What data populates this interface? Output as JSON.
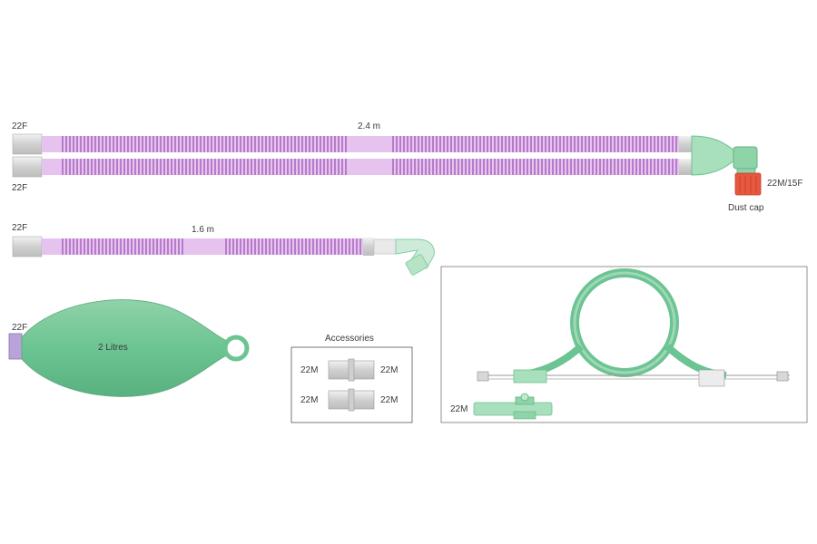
{
  "colors": {
    "tube_purple": "#d7a6e3",
    "tube_rib": "#b978cc",
    "tube_stripe": "#e9c9f0",
    "connector_grey": "#d9d9d9",
    "green": "#6cc492",
    "green_light": "#a8dfbd",
    "dust_cap": "#e8573f"
  },
  "circuit_dual": {
    "length_label": "2.4 m",
    "top_port_label": "22F",
    "bottom_port_label": "22F",
    "elbow_port_label": "22M/15F",
    "dust_cap_label": "Dust cap"
  },
  "circuit_single": {
    "length_label": "1.6 m",
    "port_label": "22F"
  },
  "bag": {
    "port_label": "22F",
    "volume_label": "2 Litres"
  },
  "accessories": {
    "title": "Accessories",
    "items": [
      {
        "left_label": "22M",
        "right_label": "22M"
      },
      {
        "left_label": "22M",
        "right_label": "22M"
      }
    ]
  },
  "sampling_line": {
    "connector_label": "22M"
  }
}
